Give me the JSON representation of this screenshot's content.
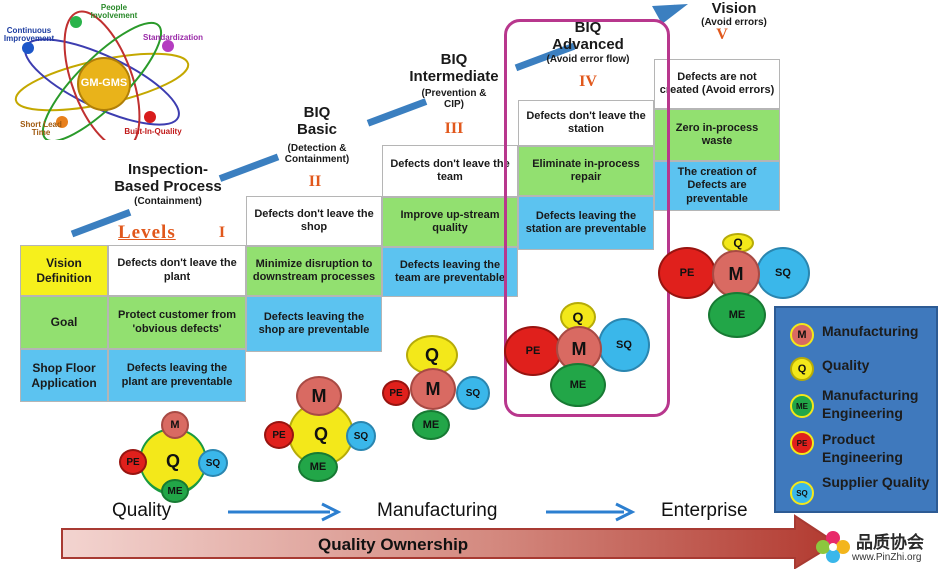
{
  "logo": {
    "center": "GM-GMS",
    "people_involvement": "People Involvement",
    "continuous_improvement": "Continuous Improvement",
    "standardization": "Standardization",
    "short_lead_time": "Short Lead Time",
    "built_in_quality": "Built-In-Quality"
  },
  "levels_label": "Levels",
  "stages": [
    {
      "title": "Inspection-Based Process",
      "subtitle": "(Containment)",
      "numeral": "I",
      "vision": "Defects don't leave the plant",
      "goal": "Protect customer from 'obvious defects'",
      "application": "Defects leaving the plant are preventable"
    },
    {
      "title": "BIQ Basic",
      "subtitle": "(Detection & Containment)",
      "numeral": "II",
      "vision": "Defects don't leave the shop",
      "goal": "Minimize disruption to downstream processes",
      "application": "Defects leaving the shop are preventable"
    },
    {
      "title": "BIQ Intermediate",
      "subtitle": "(Prevention & CIP)",
      "numeral": "III",
      "vision": "Defects don't leave the team",
      "goal": "Improve up-stream quality",
      "application": "Defects leaving the team are preventable"
    },
    {
      "title": "BIQ Advanced",
      "subtitle": "(Avoid error flow)",
      "numeral": "IV",
      "vision": "Defects don't leave the station",
      "goal": "Eliminate in-process repair",
      "application": "Defects leaving the station are preventable"
    },
    {
      "title": "Vision",
      "subtitle": "(Avoid errors)",
      "numeral": "V",
      "vision": "Defects are not created (Avoid errors)",
      "goal": "Zero in-process waste",
      "application": "The creation of Defects are preventable"
    }
  ],
  "row_labels": {
    "vision": "Vision Definition",
    "goal": "Goal",
    "application": "Shop Floor Application"
  },
  "bubbles": {
    "M": "M",
    "Q": "Q",
    "PE": "PE",
    "SQ": "SQ",
    "ME": "ME"
  },
  "legend": [
    {
      "abbr": "M",
      "label": "Manufacturing",
      "color": "#d96a62"
    },
    {
      "abbr": "Q",
      "label": "Quality",
      "color": "#f3e81a"
    },
    {
      "abbr": "ME",
      "label": "Manufacturing Engineering",
      "color": "#22a648"
    },
    {
      "abbr": "PE",
      "label": "Product Engineering",
      "color": "#e0201c"
    },
    {
      "abbr": "SQ",
      "label": "Supplier Quality",
      "color": "#3ab7ea"
    }
  ],
  "bottom": {
    "quality": "Quality",
    "manufacturing": "Manufacturing",
    "enterprise": "Enterprise",
    "ownership": "Quality Ownership"
  },
  "watermark": {
    "cn": "品质协会",
    "url": "www.PinZhi.org"
  },
  "colors": {
    "vision_cell": "#ffffff",
    "goal_cell": "#92e070",
    "application_cell": "#5cc3f0",
    "label_cell": "#f6f01c",
    "highlight": "#b8378d",
    "roman": "#e1581c",
    "legend_bg": "#3f79bd"
  }
}
